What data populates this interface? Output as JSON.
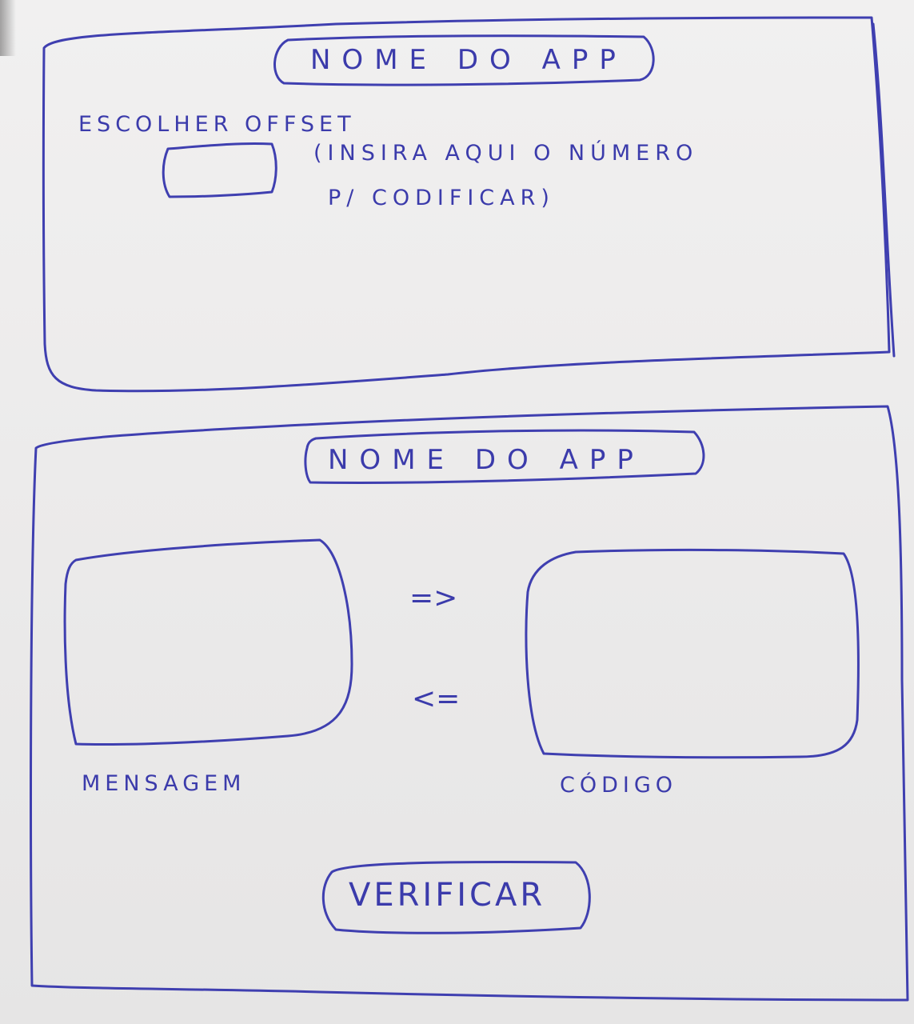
{
  "screen1": {
    "app_title": "NOME DO APP",
    "offset_label": "ESCOLHER OFFSET",
    "offset_hint_line1": "(INSIRA AQUI O NÚMERO",
    "offset_hint_line2": "P/ CODIFICAR)",
    "offset_input_value": ""
  },
  "screen2": {
    "app_title": "NOME DO APP",
    "encode_arrow": "=>",
    "decode_arrow": "<=",
    "message_label": "MENSAGEM",
    "code_label": "CÓDIGO",
    "verify_button": "VERIFICAR"
  },
  "colors": {
    "ink": "#3f3fb0",
    "paper": "#efeeee"
  }
}
